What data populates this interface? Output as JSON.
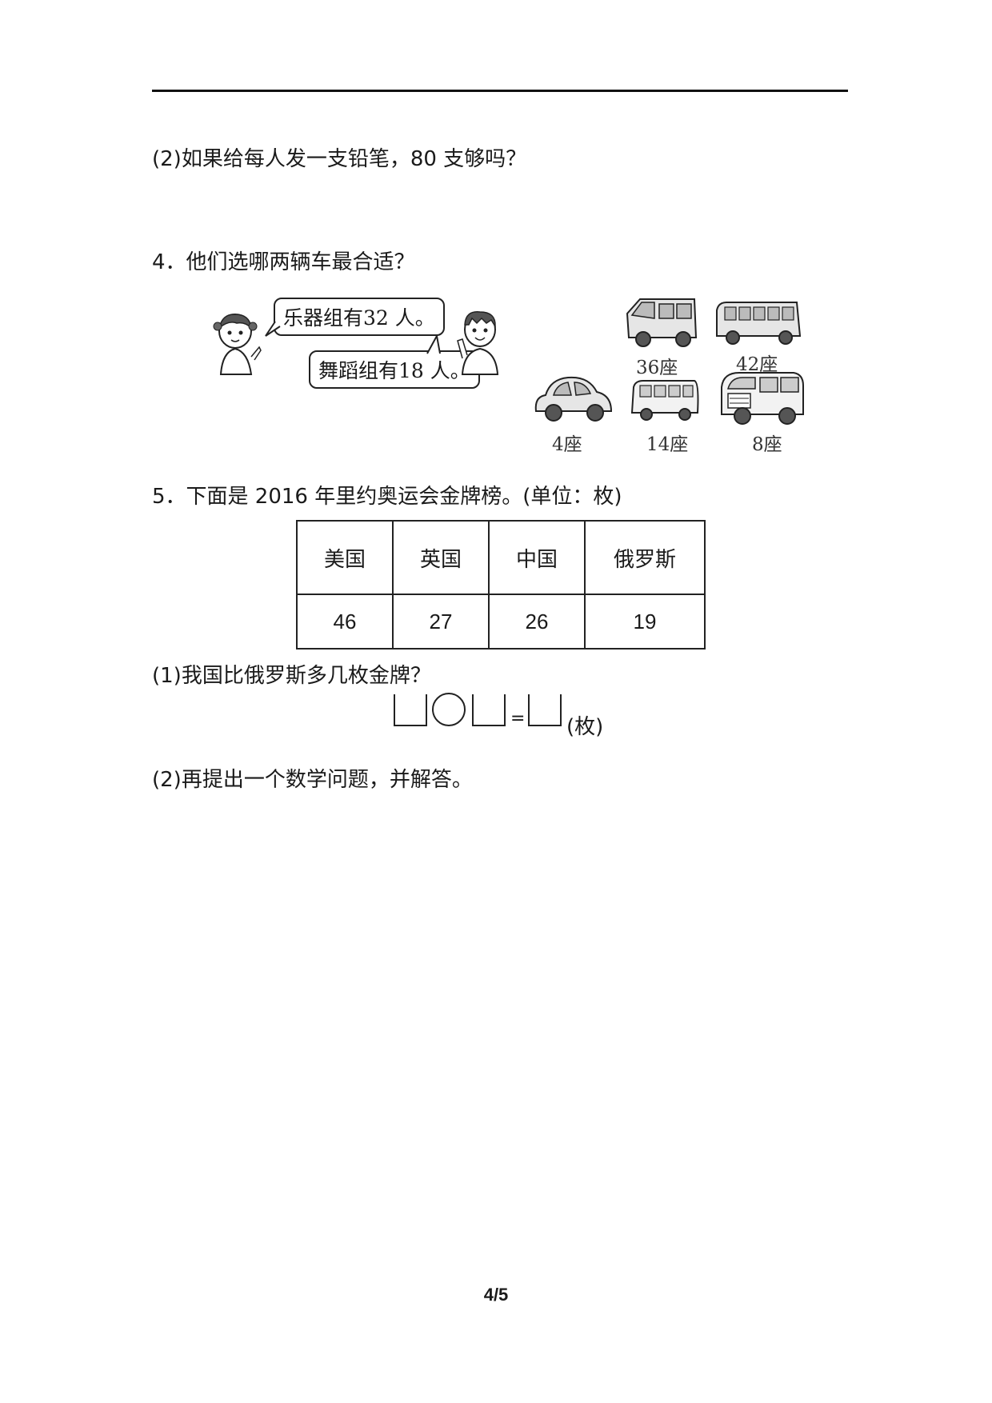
{
  "q3_2": "(2)如果给每人发一支铅笔，80 支够吗？",
  "q4": {
    "title": "4．他们选哪两辆车最合适？",
    "bubble_girl": "乐器组有32 人。",
    "bubble_boy": "舞蹈组有18 人。",
    "vehicles": [
      {
        "label": "36座",
        "icon": "minibus-icon"
      },
      {
        "label": "42座",
        "icon": "bus-icon"
      },
      {
        "label": "4座",
        "icon": "car-icon"
      },
      {
        "label": "14座",
        "icon": "small-bus-icon"
      },
      {
        "label": "8座",
        "icon": "van-icon"
      }
    ]
  },
  "q5": {
    "title": "5．下面是 2016 年里约奥运会金牌榜。(单位：枚)",
    "table": {
      "headers": [
        "美国",
        "英国",
        "中国",
        "俄罗斯"
      ],
      "values": [
        "46",
        "27",
        "26",
        "19"
      ]
    },
    "sub1": "(1)我国比俄罗斯多几枚金牌？",
    "equals": "=",
    "unit": "(枚)",
    "sub2": "(2)再提出一个数学问题，并解答。"
  },
  "page_number": "4/5"
}
